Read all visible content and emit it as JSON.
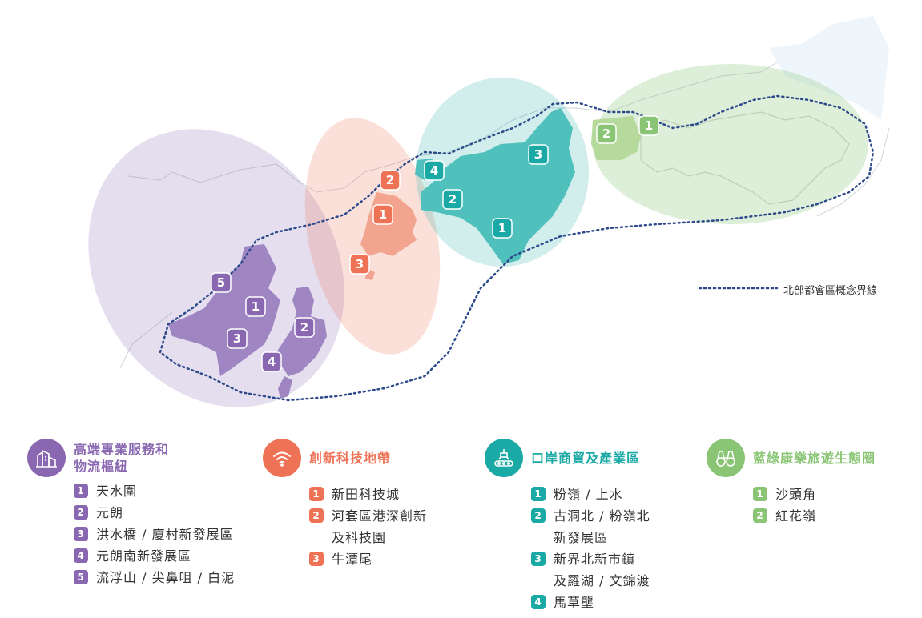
{
  "colors": {
    "purple": "#8a68b1",
    "coral": "#ee7356",
    "teal": "#1aa9a5",
    "green": "#8ac575",
    "boundary": "#2d4a8a"
  },
  "boundary_legend": "北部都會區概念界線",
  "categories": [
    {
      "title": "高端專業服務和\n物流樞紐",
      "icon": "buildings-icon",
      "items": [
        {
          "num": "1",
          "label": "天水圍"
        },
        {
          "num": "2",
          "label": "元朗"
        },
        {
          "num": "3",
          "label": "洪水橋 / 廈村新發展區"
        },
        {
          "num": "4",
          "label": "元朗南新發展區"
        },
        {
          "num": "5",
          "label": "流浮山 / 尖鼻咀 / 白泥"
        }
      ]
    },
    {
      "title": "創新科技地帶",
      "icon": "wifi-icon",
      "items": [
        {
          "num": "1",
          "label": "新田科技城"
        },
        {
          "num": "2",
          "label": "河套區港深創新\n及科技園"
        },
        {
          "num": "3",
          "label": "牛潭尾"
        }
      ]
    },
    {
      "title": "口岸商貿及產業區",
      "icon": "conveyor-icon",
      "items": [
        {
          "num": "1",
          "label": "粉嶺 / 上水"
        },
        {
          "num": "2",
          "label": "古洞北 / 粉嶺北\n新發展區"
        },
        {
          "num": "3",
          "label": "新界北新市鎮\n及羅湖 / 文錦渡"
        },
        {
          "num": "4",
          "label": "馬草壟"
        }
      ]
    },
    {
      "title": "藍綠康樂旅遊生態圈",
      "icon": "binoculars-icon",
      "items": [
        {
          "num": "1",
          "label": "沙頭角"
        },
        {
          "num": "2",
          "label": "紅花嶺"
        }
      ]
    }
  ],
  "map_markers": {
    "purple": [
      "1",
      "2",
      "3",
      "4",
      "5"
    ],
    "coral": [
      "1",
      "2",
      "3"
    ],
    "teal": [
      "1",
      "2",
      "3",
      "4"
    ],
    "green": [
      "1",
      "2"
    ]
  }
}
